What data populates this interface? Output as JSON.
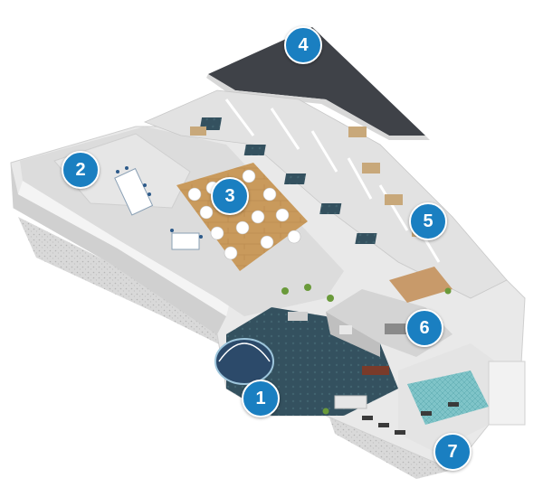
{
  "colors": {
    "marker": "#1a7fc1",
    "carpet": "#2f4b5c",
    "wood": "#c99a5c",
    "floor": "#dcdcdc",
    "wall": "#eeeeee",
    "dark_roof": "#4a4a4a",
    "pool": "#6fc0c8"
  },
  "markers": [
    {
      "id": "1",
      "label": "1",
      "icon": "number-badge"
    },
    {
      "id": "2",
      "label": "2",
      "icon": "number-badge"
    },
    {
      "id": "3",
      "label": "3",
      "icon": "number-badge"
    },
    {
      "id": "4",
      "label": "4",
      "icon": "number-badge"
    },
    {
      "id": "5",
      "label": "5",
      "icon": "number-badge"
    },
    {
      "id": "6",
      "label": "6",
      "icon": "number-badge"
    },
    {
      "id": "7",
      "label": "7",
      "icon": "number-badge"
    }
  ]
}
